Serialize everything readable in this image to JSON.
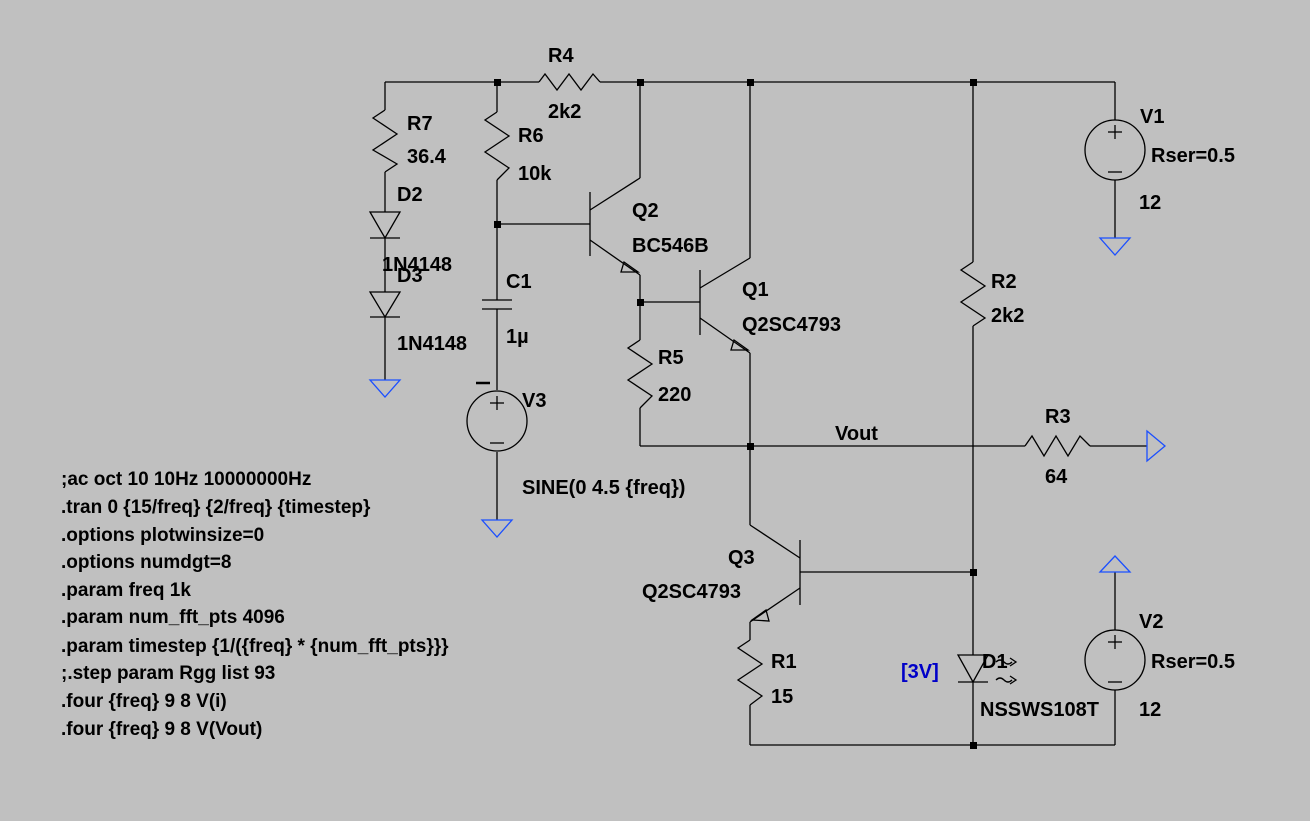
{
  "components": {
    "R4": {
      "ref": "R4",
      "value": "2k2"
    },
    "R7": {
      "ref": "R7",
      "value": "36.4"
    },
    "R6": {
      "ref": "R6",
      "value": "10k"
    },
    "D2": {
      "ref": "D2",
      "value": "1N4148"
    },
    "D3": {
      "ref": "D3",
      "value": "1N4148"
    },
    "C1": {
      "ref": "C1",
      "value": "1µ"
    },
    "Q2": {
      "ref": "Q2",
      "value": "BC546B"
    },
    "Q1": {
      "ref": "Q1",
      "value": "Q2SC4793"
    },
    "R5": {
      "ref": "R5",
      "value": "220"
    },
    "V3": {
      "ref": "V3",
      "value": "SINE(0 4.5 {freq})"
    },
    "R2": {
      "ref": "R2",
      "value": "2k2"
    },
    "R3": {
      "ref": "R3",
      "value": "64"
    },
    "V1": {
      "ref": "V1",
      "param": "Rser=0.5",
      "value": "12"
    },
    "Q3": {
      "ref": "Q3",
      "value": "Q2SC4793"
    },
    "R1": {
      "ref": "R1",
      "value": "15"
    },
    "D1": {
      "ref": "D1",
      "value": "NSSWS108T",
      "attr": "[3V]"
    },
    "V2": {
      "ref": "V2",
      "param": "Rser=0.5",
      "value": "12"
    }
  },
  "net_labels": {
    "vout": "Vout"
  },
  "spice_directives": [
    ";ac oct 10 10Hz 10000000Hz",
    ".tran 0 {15/freq} {2/freq} {timestep}",
    ".options plotwinsize=0",
    ".options numdgt=8",
    ".param freq 1k",
    ".param num_fft_pts 4096",
    ".param timestep {1/({freq} * {num_fft_pts}}}",
    ";.step param Rgg list 93",
    ".four {freq} 9 8 V(i)",
    ".four {freq} 9 8 V(Vout)"
  ],
  "colors": {
    "background": "#c0c0c0",
    "wire": "#000000",
    "ground": "#1b4fff",
    "attribute": "#0000c8"
  }
}
